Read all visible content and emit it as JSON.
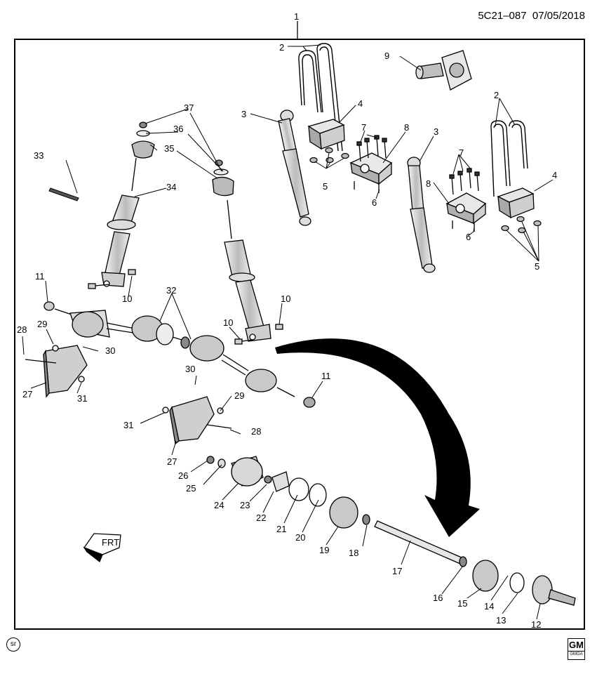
{
  "header": {
    "code": "5C21–087",
    "date": "07/05/2018"
  },
  "callouts": [
    {
      "id": "c1",
      "text": "1"
    },
    {
      "id": "c2a",
      "text": "2"
    },
    {
      "id": "c2b",
      "text": "2"
    },
    {
      "id": "c3a",
      "text": "3"
    },
    {
      "id": "c3b",
      "text": "3"
    },
    {
      "id": "c4a",
      "text": "4"
    },
    {
      "id": "c4b",
      "text": "4"
    },
    {
      "id": "c5a",
      "text": "5"
    },
    {
      "id": "c5b",
      "text": "5"
    },
    {
      "id": "c6a",
      "text": "6"
    },
    {
      "id": "c6b",
      "text": "6"
    },
    {
      "id": "c7a",
      "text": "7"
    },
    {
      "id": "c7b",
      "text": "7"
    },
    {
      "id": "c8a",
      "text": "8"
    },
    {
      "id": "c8b",
      "text": "8"
    },
    {
      "id": "c9",
      "text": "9"
    },
    {
      "id": "c10a",
      "text": "10"
    },
    {
      "id": "c10b",
      "text": "10"
    },
    {
      "id": "c10c",
      "text": "10"
    },
    {
      "id": "c11a",
      "text": "11"
    },
    {
      "id": "c11b",
      "text": "11"
    },
    {
      "id": "c12",
      "text": "12"
    },
    {
      "id": "c13",
      "text": "13"
    },
    {
      "id": "c14",
      "text": "14"
    },
    {
      "id": "c15",
      "text": "15"
    },
    {
      "id": "c16",
      "text": "16"
    },
    {
      "id": "c17",
      "text": "17"
    },
    {
      "id": "c18",
      "text": "18"
    },
    {
      "id": "c19",
      "text": "19"
    },
    {
      "id": "c20",
      "text": "20"
    },
    {
      "id": "c21",
      "text": "21"
    },
    {
      "id": "c22",
      "text": "22"
    },
    {
      "id": "c23",
      "text": "23"
    },
    {
      "id": "c24",
      "text": "24"
    },
    {
      "id": "c25",
      "text": "25"
    },
    {
      "id": "c26",
      "text": "26"
    },
    {
      "id": "c27a",
      "text": "27"
    },
    {
      "id": "c27b",
      "text": "27"
    },
    {
      "id": "c28a",
      "text": "28"
    },
    {
      "id": "c28b",
      "text": "28"
    },
    {
      "id": "c29a",
      "text": "29"
    },
    {
      "id": "c29b",
      "text": "29"
    },
    {
      "id": "c30a",
      "text": "30"
    },
    {
      "id": "c30b",
      "text": "30"
    },
    {
      "id": "c31a",
      "text": "31"
    },
    {
      "id": "c31b",
      "text": "31"
    },
    {
      "id": "c32",
      "text": "32"
    },
    {
      "id": "c33",
      "text": "33"
    },
    {
      "id": "c34",
      "text": "34"
    },
    {
      "id": "c35",
      "text": "35"
    },
    {
      "id": "c36",
      "text": "36"
    },
    {
      "id": "c37",
      "text": "37"
    }
  ],
  "frt_label": "FRT",
  "footer": {
    "sr_badge": "sr",
    "gm_logo": "GM",
    "gm_sub": "GMGA"
  },
  "colors": {
    "ink": "#000000",
    "paper": "#ffffff",
    "shade": "#9a9a9a",
    "light": "#d4d4d4"
  }
}
